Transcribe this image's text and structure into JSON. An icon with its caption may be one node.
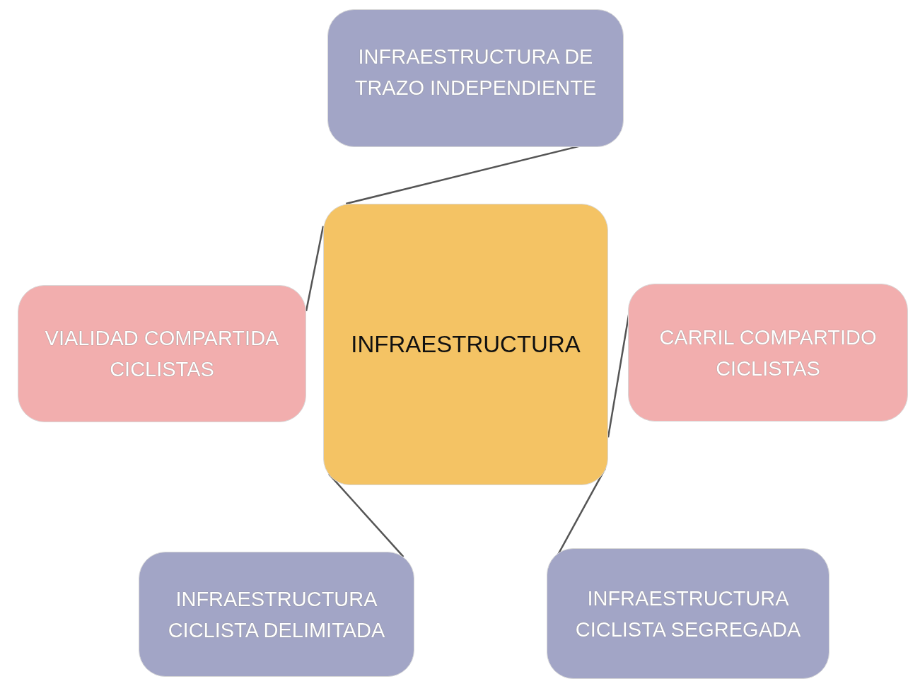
{
  "diagram": {
    "nodes": [
      {
        "text": [
          "INFRAESTRUCTURA DE TRAZO INDEPENDIENTE"
        ]
      },
      {
        "text": [
          "VIALIDAD COMPARTIDA CICLISTAS"
        ]
      },
      {
        "text": [
          "INFRAESTRUCTURA"
        ]
      },
      {
        "text": [
          "CARRIL COMPARTIDO CICLISTAS"
        ]
      },
      {
        "text": [
          "INFRAESTRUCTURA CICLISTA DELIMITADA"
        ]
      },
      {
        "text": [
          "INFRAESTRUCTURA CICLISTA SEGREGADA"
        ]
      }
    ],
    "edges": [
      {
        "from": 2,
        "to": 0,
        "arrow": "none"
      },
      {
        "from": 2,
        "to": 1,
        "arrow": "none"
      },
      {
        "from": 2,
        "to": 3,
        "arrow": "none"
      },
      {
        "from": 2,
        "to": 4,
        "arrow": "none"
      },
      {
        "from": 2,
        "to": 5,
        "arrow": "none"
      }
    ]
  }
}
